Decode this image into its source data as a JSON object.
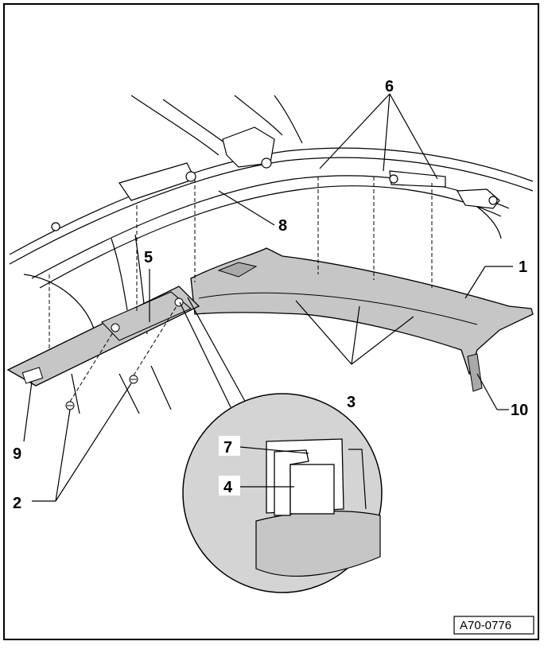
{
  "callouts": {
    "c1": "1",
    "c2": "2",
    "c3": "3",
    "c4": "4",
    "c5": "5",
    "c6": "6",
    "c7": "7",
    "c8": "8",
    "c9": "9",
    "c10": "10"
  },
  "reference_code": "A70-0776",
  "colors": {
    "trim": "#c6c6c6",
    "trim_dark": "#a9a9a9",
    "detail_circle": "#d4d4d4",
    "line": "#000000"
  }
}
